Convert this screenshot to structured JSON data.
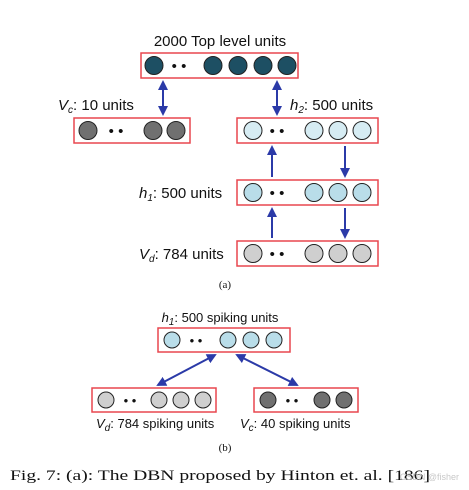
{
  "colors": {
    "box_border": "#e8474f",
    "arrow": "#2b3aa8",
    "dark_teal": "#1d4f63",
    "light_blue": "#b9dde9",
    "pale_blue": "#d6ecf3",
    "dark_gray": "#707070",
    "light_gray": "#cfcfcf"
  },
  "panel_a": {
    "top_label": "2000 Top level units",
    "vc_label": {
      "main": "V",
      "sub": "c",
      "rest": ": 10 units"
    },
    "h2_label": {
      "main": "h",
      "sub": "2",
      "rest": ": 500 units"
    },
    "h1_label": {
      "main": "h",
      "sub": "1",
      "rest": ": 500 units"
    },
    "vd_label": {
      "main": "V",
      "sub": "d",
      "rest": ": 784 units"
    },
    "caption": "(a)"
  },
  "panel_b": {
    "h1_label": {
      "main": "h",
      "sub": "1",
      "rest": ": 500 spiking units"
    },
    "vd_label": {
      "main": "V",
      "sub": "d",
      "rest": ": 784 spiking units"
    },
    "vc_label": {
      "main": "V",
      "sub": "c",
      "rest": ": 40 spiking units"
    },
    "caption": "(b)"
  },
  "ellipsis": "• •",
  "figure_caption": "Fig. 7: (a): The DBN proposed by Hinton et. al. [186]",
  "watermark": "CSDN @fisher"
}
